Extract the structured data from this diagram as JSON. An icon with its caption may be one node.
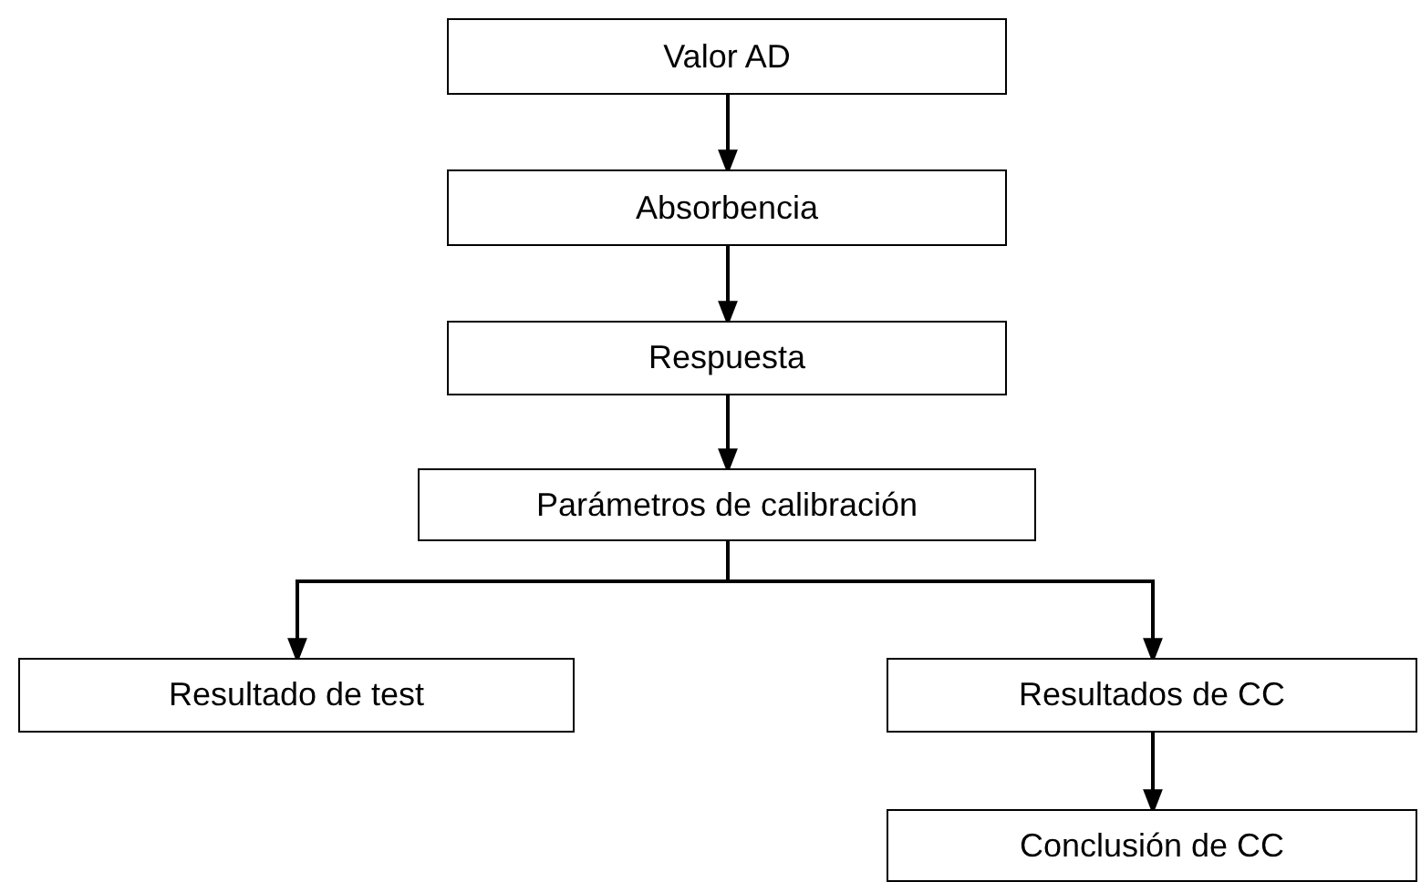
{
  "diagram": {
    "nodes": [
      {
        "text": [
          "Valor AD"
        ]
      },
      {
        "text": [
          "Absorbencia"
        ]
      },
      {
        "text": [
          "Respuesta"
        ]
      },
      {
        "text": [
          "Parámetros de calibración"
        ]
      },
      {
        "text": [
          "Resultado de test"
        ]
      },
      {
        "text": [
          "Resultados de CC"
        ]
      },
      {
        "text": [
          "Conclusión de CC"
        ]
      }
    ],
    "edges": [
      {
        "from": 0,
        "to": 1,
        "arrow": "to"
      },
      {
        "from": 1,
        "to": 2,
        "arrow": "to"
      },
      {
        "from": 2,
        "to": 3,
        "arrow": "to"
      },
      {
        "from": 3,
        "to": 4,
        "arrow": "to"
      },
      {
        "from": 3,
        "to": 5,
        "arrow": "to"
      },
      {
        "from": 5,
        "to": 6,
        "arrow": "to"
      }
    ]
  }
}
